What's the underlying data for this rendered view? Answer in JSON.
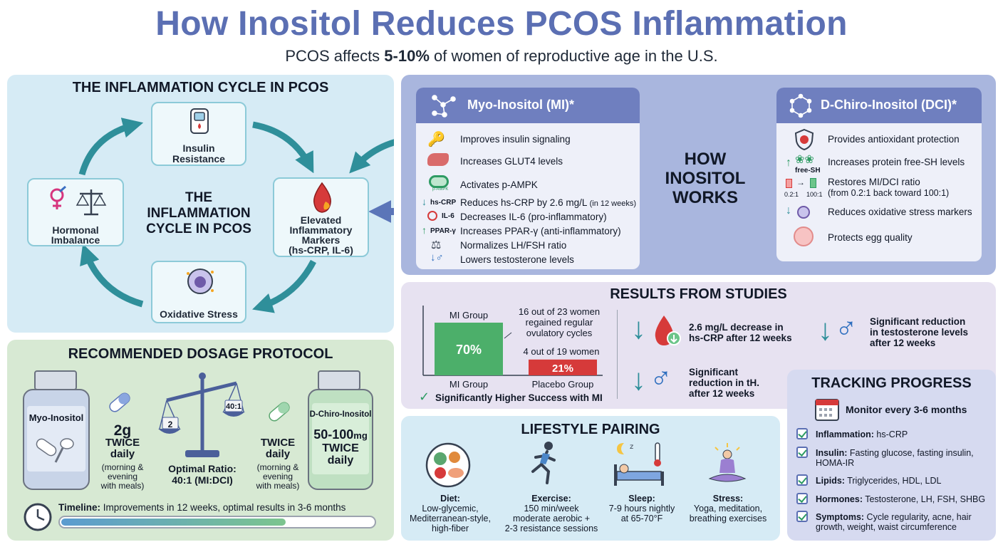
{
  "header": {
    "title": "How Inositol Reduces PCOS Inflammation",
    "subtitle_pre": "PCOS affects ",
    "subtitle_bold": "5-10%",
    "subtitle_post": " of women of reproductive age in the U.S."
  },
  "cycle": {
    "heading": "THE INFLAMMATION CYCLE IN PCOS",
    "center_lines": [
      "THE",
      "INFLAMMATION",
      "CYCLE IN PCOS"
    ],
    "insulin": [
      "Insulin",
      "Resistance"
    ],
    "markers": [
      "Elevated",
      "Inflammatory",
      "Markers",
      "(hs-CRP, IL-6)"
    ],
    "oxidative": "Oxidative Stress",
    "hormonal": [
      "Hormonal",
      "Imbalance"
    ]
  },
  "works": {
    "how_lines": [
      "HOW",
      "INOSITOL",
      "WORKS"
    ],
    "mi": {
      "title": "Myo-Inositol (MI)*",
      "items": [
        "Improves insulin signaling",
        "Increases GLUT4 levels",
        "Activates p-AMPK",
        "Reduces hs-CRP by 2.6 mg/L",
        "Decreases IL-6 (pro-inflammatory)",
        "Increases PPAR-γ (anti-inflammatory)",
        "Normalizes LH/FSH ratio",
        "Lowers testosterone levels"
      ],
      "item_note": "(in 12 weeks)",
      "tags": {
        "hscrp": "hs-CRP",
        "il6": "IL-6",
        "ppar": "PPAR-γ",
        "ampk": "p-AMPK"
      }
    },
    "dci": {
      "title": "D-Chiro-Inositol (DCI)*",
      "items": [
        "Provides antioxidant protection",
        "Increases protein free-SH levels",
        "Restores MI/DCI ratio",
        "Reduces oxidative stress markers",
        "Protects egg quality"
      ],
      "ratio_note": "(from 0.2:1 back toward 100:1)",
      "tags": {
        "freesh": "free-SH",
        "r1": "0.2:1",
        "r2": "100:1"
      }
    }
  },
  "results": {
    "heading": "RESULTS FROM STUDIES",
    "chart_data": {
      "type": "bar",
      "categories": [
        "MI Group",
        "Placebo Group"
      ],
      "values": [
        70,
        21
      ],
      "value_labels": [
        "70%",
        "21%"
      ],
      "top_label": "MI Group",
      "colors": [
        "#4caf6a",
        "#d63a3a"
      ],
      "annotations": [
        "16 out of 23 women regained regular ovulatory cycles",
        "4 out of 19 women"
      ]
    },
    "annot_mi": [
      "16 out of 23 women",
      "regained regular",
      "ovulatory cycles"
    ],
    "annot_pl": "4 out of 19 women",
    "verdict": "Significantly Higher Success with MI",
    "crp": [
      "2.6 mg/L decrease in",
      "hs-CRP after 12 weeks"
    ],
    "testo": [
      "Significant reduction",
      "in testosterone levels",
      "after 12 weeks"
    ],
    "th": [
      "Significant",
      "reduction in tH.",
      "after 12 weeks"
    ]
  },
  "dosage": {
    "heading": "RECOMMENDED DOSAGE PROTOCOL",
    "mi_bottle": "Myo-Inositol",
    "mi_amount": "2g",
    "mi_freq": [
      "TWICE",
      "daily"
    ],
    "mi_note": [
      "(morning &",
      "evening",
      "with meals)"
    ],
    "scale_left": "2",
    "scale_right": "40:1",
    "ratio_label": [
      "Optimal Ratio:",
      "40:1 (MI:DCI)"
    ],
    "dci_freq": [
      "TWICE",
      "daily"
    ],
    "dci_note": [
      "(morning &",
      "evening",
      "with meals)"
    ],
    "dci_bottle": "D-Chiro-Inositol",
    "dci_amount_num": "50-100",
    "dci_amount_unit": "mg",
    "dci_amount_freq": [
      "TWICE",
      "daily"
    ],
    "timeline_label": "Timeline:",
    "timeline_text": " Improvements in 12 weeks, optimal results in 3-6 months",
    "timeline_progress": 0.72
  },
  "lifestyle": {
    "heading": "LIFESTYLE PAIRING",
    "diet": {
      "label": "Diet:",
      "lines": [
        "Low-glycemic,",
        "Mediterranean-style,",
        "high-fiber"
      ]
    },
    "exercise": {
      "label": "Exercise:",
      "lines": [
        "150 min/week",
        "moderate aerobic +",
        "2-3 resistance sessions"
      ]
    },
    "sleep": {
      "label": "Sleep:",
      "lines": [
        "7-9 hours nightly",
        "at 65-70°F"
      ]
    },
    "stress": {
      "label": "Stress:",
      "lines": [
        "Yoga, meditation,",
        "breathing exercises"
      ]
    }
  },
  "tracking": {
    "heading": "TRACKING PROGRESS",
    "monitor": "Monitor every 3-6 months",
    "items": [
      {
        "label": "Inflammation:",
        "text": " hs-CRP"
      },
      {
        "label": "Insulin:",
        "text": " Fasting glucose, fasting insulin, HOMA-IR"
      },
      {
        "label": "Lipids:",
        "text": " Triglycerides, HDL, LDL"
      },
      {
        "label": "Hormones:",
        "text": " Testosterone, LH, FSH, SHBG"
      },
      {
        "label": "Symptoms:",
        "text": " Cycle regularity, acne, hair growth, weight, waist circumference"
      }
    ]
  }
}
